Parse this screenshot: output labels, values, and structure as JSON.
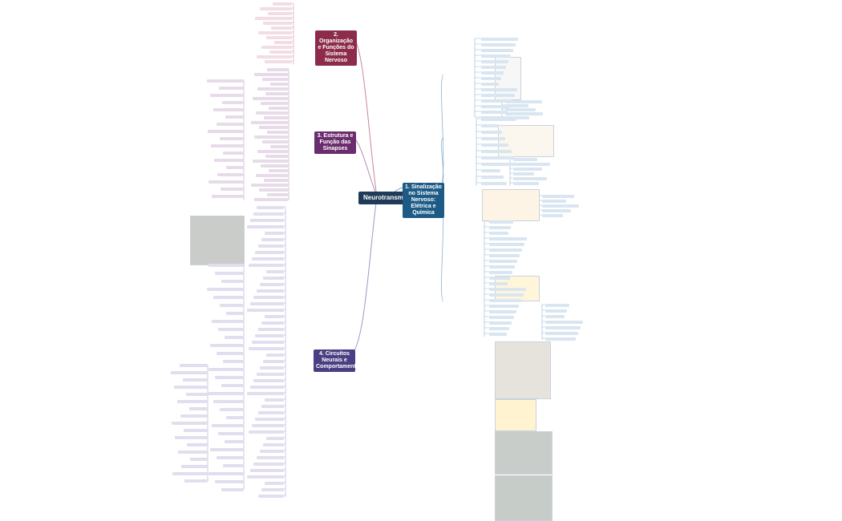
{
  "root": {
    "label": "Neurotransmissão",
    "color": "#1f3b57"
  },
  "branches": [
    {
      "id": "b1",
      "label": "1. Sinalização no Sistema Nervoso: Elétrica e Química",
      "color": "#1d5b86",
      "line": "#7ea6c6"
    },
    {
      "id": "b2",
      "label": "2. Organização e Funções do Sistema Nervoso",
      "color": "#8c2c4a",
      "line": "#c98599"
    },
    {
      "id": "b3",
      "label": "3. Estrutura e Função das Sinapses",
      "color": "#6a2d6e",
      "line": "#b78bba"
    },
    {
      "id": "b4",
      "label": "4. Circuitos Neurais e Comportamento",
      "color": "#4a3f82",
      "line": "#9e97c9"
    }
  ],
  "colors": {
    "leaf_blue": "#d9e6f1",
    "leaf_pink": "#f2dde4",
    "leaf_purple": "#e7dbe9",
    "leaf_violet": "#e2def0"
  }
}
